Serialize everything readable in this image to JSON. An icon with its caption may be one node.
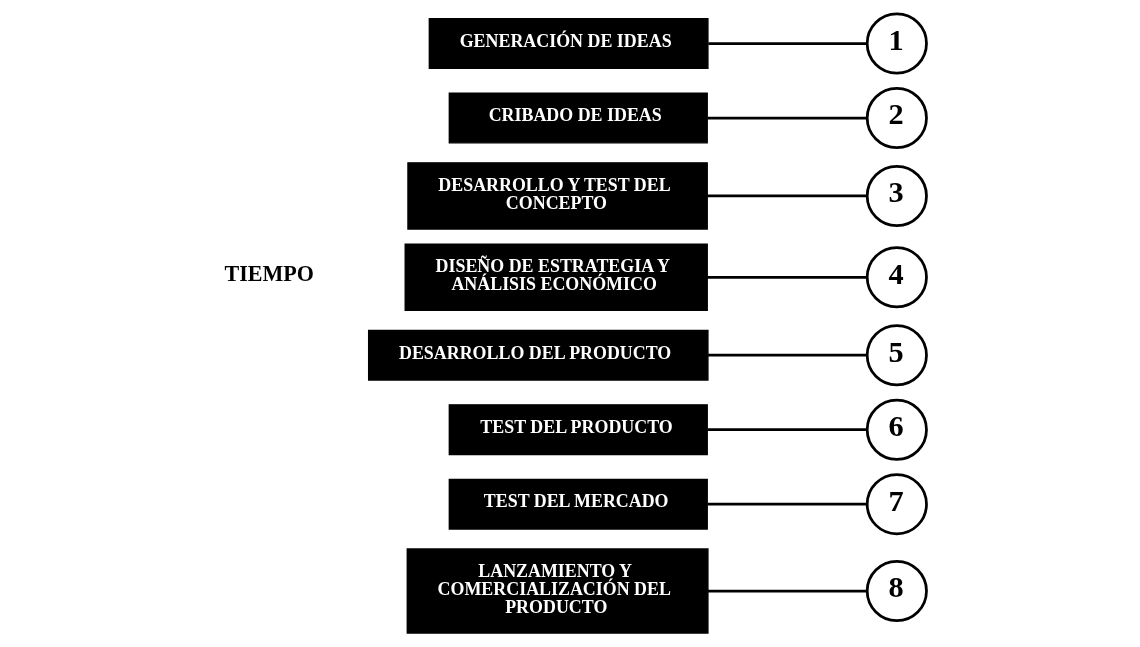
{
  "diagram": {
    "nodes": [
      {
        "text": [
          "GENERACIÓN DE IDEAS"
        ]
      },
      {
        "text": [
          "1"
        ]
      },
      {
        "text": [
          "2"
        ]
      },
      {
        "text": [
          "CRIBADO DE IDEAS"
        ]
      },
      {
        "text": [
          "DESARROLLO Y TEST DEL CONCEPTO"
        ]
      },
      {
        "text": [
          "3"
        ]
      },
      {
        "text": [
          "4"
        ]
      },
      {
        "text": [
          "DISEÑO DE ESTRATEGIA Y ANÁLISIS ECONÓMICO"
        ]
      },
      {
        "text": [
          "DESARROLLO DEL PRODUCTO"
        ]
      },
      {
        "text": [
          "5"
        ]
      },
      {
        "text": [
          "6"
        ]
      },
      {
        "text": [
          "TEST DEL PRODUCTO"
        ]
      },
      {
        "text": [
          "TEST DEL MERCADO"
        ]
      },
      {
        "text": [
          "7"
        ]
      },
      {
        "text": [
          "8"
        ]
      },
      {
        "text": [
          "LANZAMIENTO Y COMERCIALIZACIÓN DEL PRODUCTO"
        ]
      }
    ],
    "edges": [
      {
        "from": 0,
        "to": 1,
        "arrow": "none"
      },
      {
        "from": 3,
        "to": 2,
        "arrow": "none"
      },
      {
        "from": 4,
        "to": 5,
        "arrow": "none"
      },
      {
        "from": 7,
        "to": 6,
        "arrow": "none"
      },
      {
        "from": 8,
        "to": 9,
        "arrow": "none"
      },
      {
        "from": 11,
        "to": 10,
        "arrow": "none"
      },
      {
        "from": 12,
        "to": 13,
        "arrow": "none"
      },
      {
        "from": 15,
        "to": 14,
        "arrow": "none"
      }
    ],
    "labels": [
      "TIEMPO"
    ]
  }
}
